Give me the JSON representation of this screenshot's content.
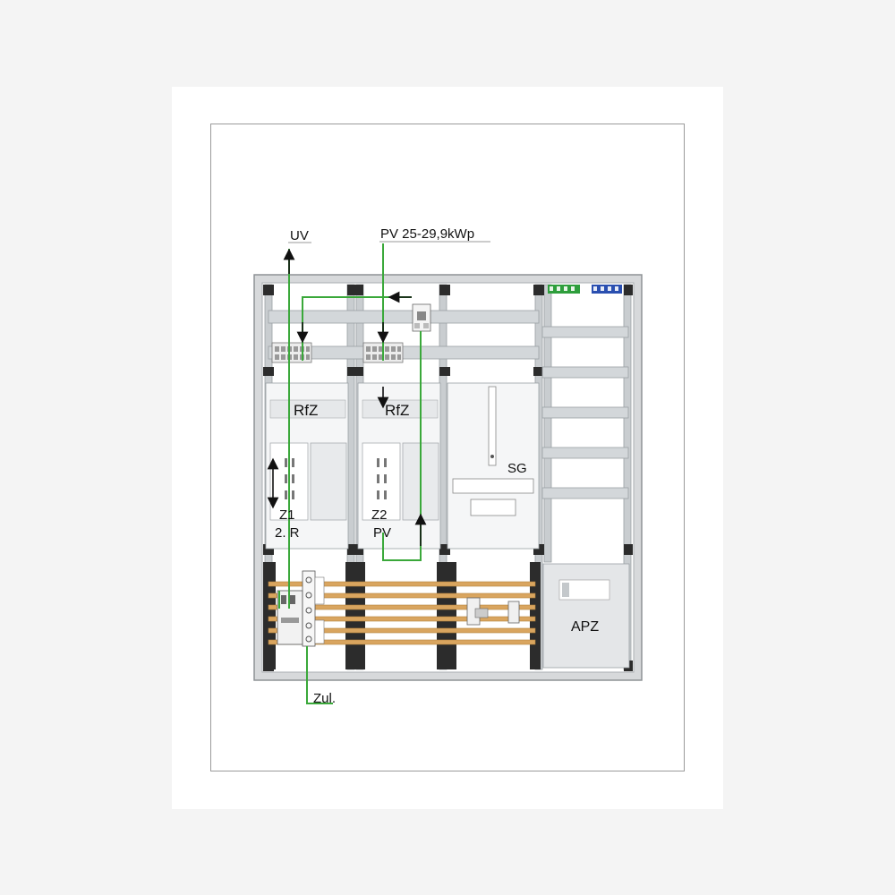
{
  "labels": {
    "uv": "UV",
    "pv_feed": "PV 25-29,9kWp",
    "rfz_1": "RfZ",
    "rfz_2": "RfZ",
    "z1": "Z1",
    "z1_sub": "2. R",
    "z2": "Z2",
    "z2_sub": "PV",
    "sg": "SG",
    "apz": "APZ",
    "zul": "Zul."
  },
  "colors": {
    "wire": "#3aa83a",
    "busbar": "#d9a55f",
    "terminal_green": "#2e9e3c",
    "terminal_blue": "#2a4fb0",
    "rail": "#c3c8cc",
    "enclosure": "#d4d6d8"
  }
}
